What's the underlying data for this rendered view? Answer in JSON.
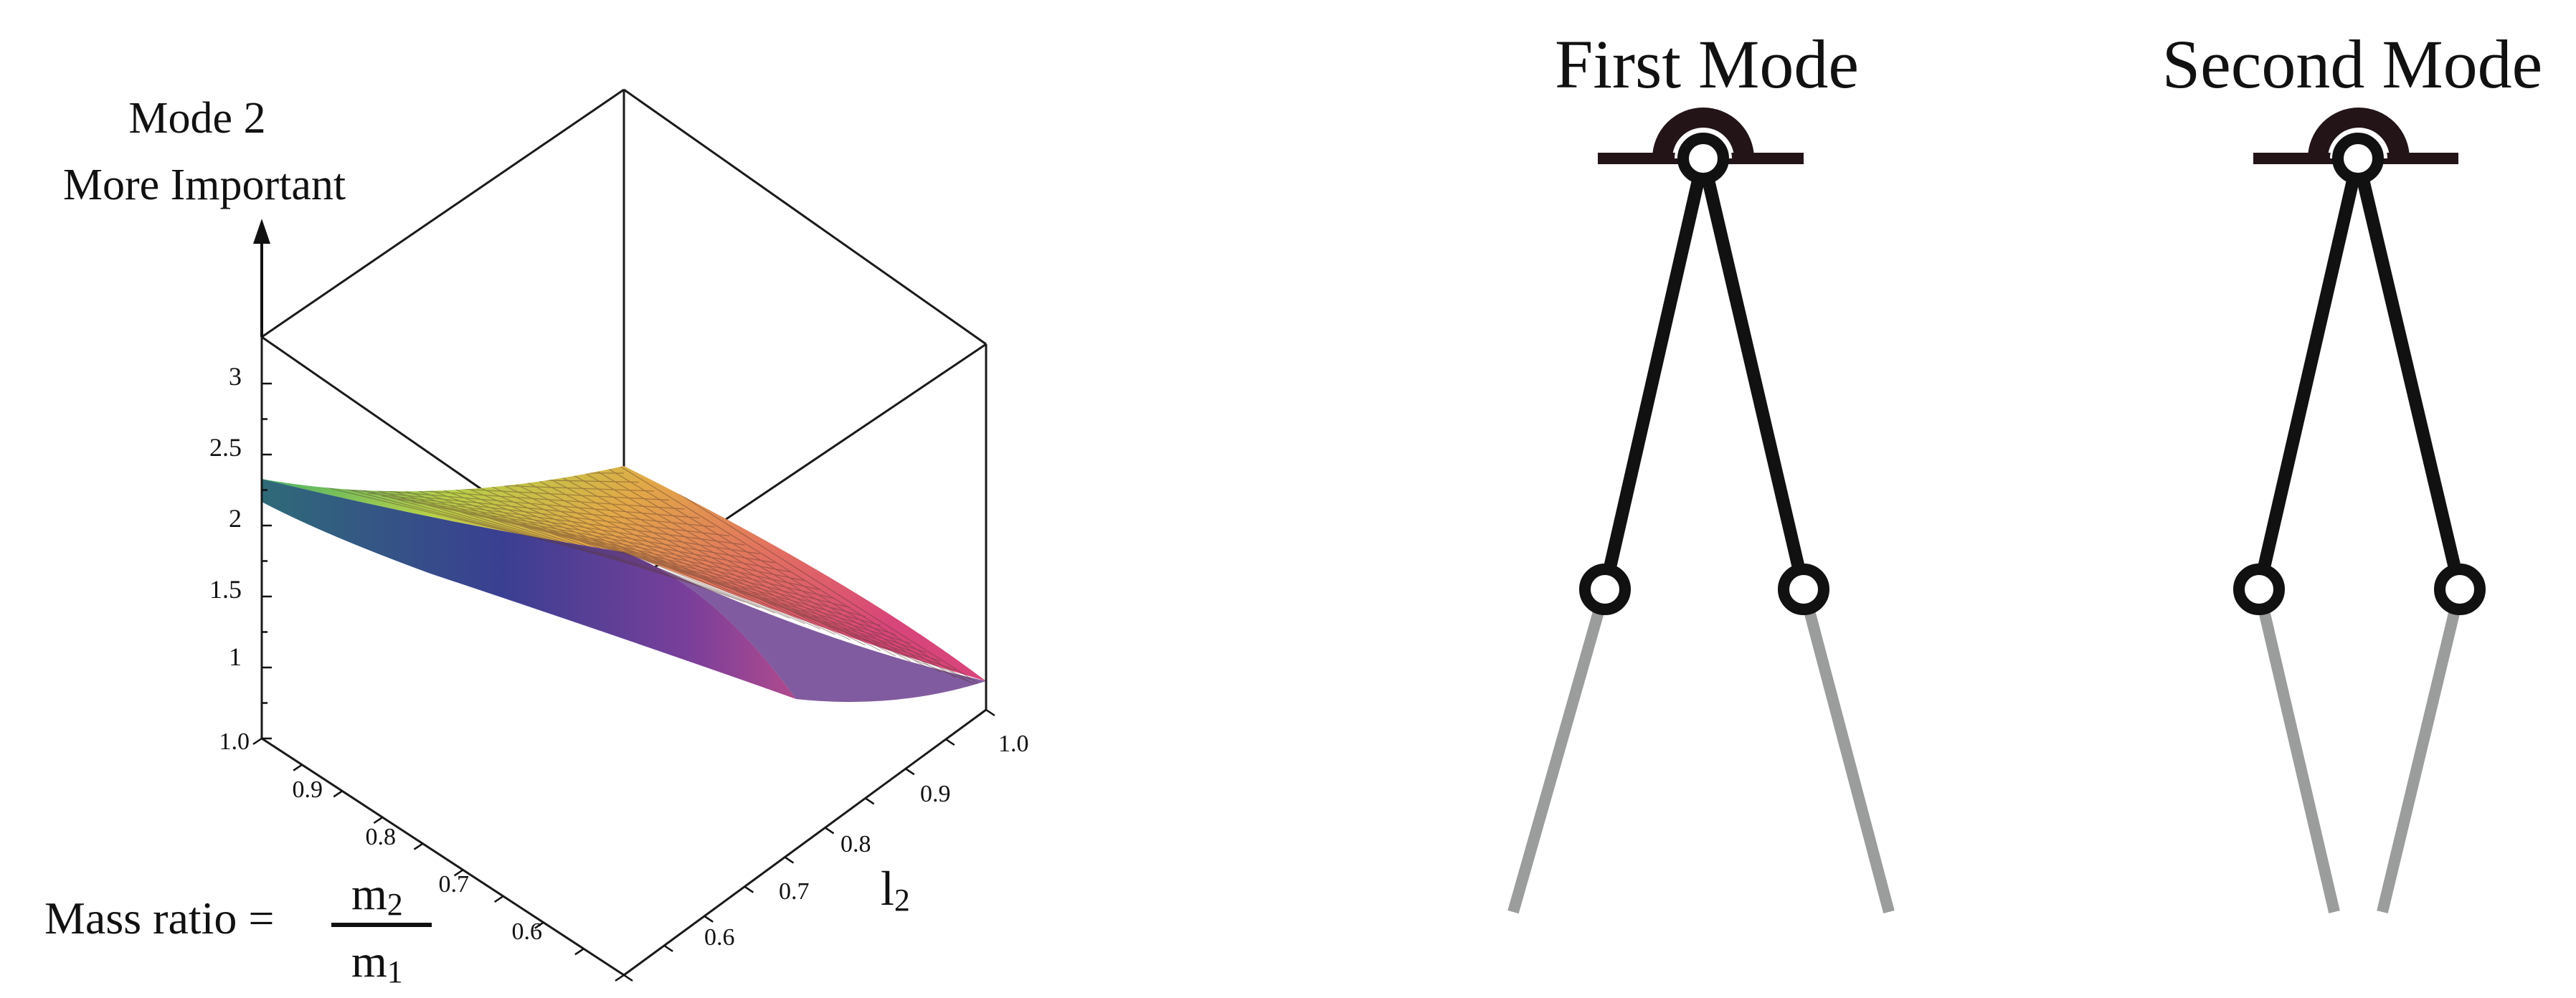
{
  "plot3d": {
    "annotation_line1": "Mode 2",
    "annotation_line2": "More Important",
    "z_ticks": [
      "1",
      "1.5",
      "2",
      "2.5",
      "3"
    ],
    "mass_axis_ticks": [
      "1.0",
      "0.9",
      "0.8",
      "0.7",
      "0.6"
    ],
    "l2_axis_ticks": [
      "1.0",
      "0.9",
      "0.8",
      "0.7",
      "0.6"
    ],
    "mass_ratio_label": "Mass ratio =",
    "mass_ratio_num": "m",
    "mass_ratio_num_sub": "2",
    "mass_ratio_den": "m",
    "mass_ratio_den_sub": "1",
    "l2_label": "l",
    "l2_label_sub": "2"
  },
  "modes": {
    "first_title": "First Mode",
    "second_title": "Second Mode"
  },
  "colors": {
    "upper_link": "#111111",
    "lower_link": "#9a9d9c",
    "mount": "#231417"
  }
}
